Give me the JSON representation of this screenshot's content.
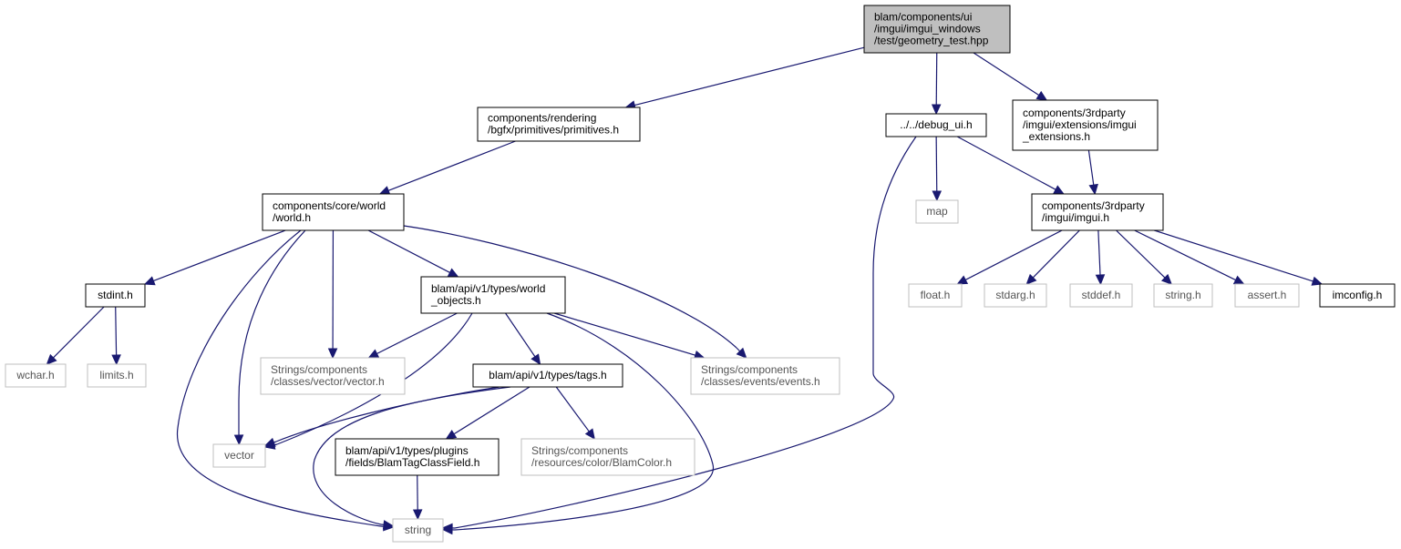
{
  "colors": {
    "edge": "#191970",
    "root_fill": "#bfbfbf",
    "documented_border": "#000000",
    "undocumented_border": "#bfbfbf",
    "undocumented_text": "#555555"
  },
  "nodes": [
    {
      "id": "root",
      "lines": [
        "blam/components/ui",
        "/imgui/imgui_windows",
        "/test/geometry_test.hpp"
      ],
      "style": "root"
    },
    {
      "id": "primitives",
      "lines": [
        "components/rendering",
        "/bgfx/primitives/primitives.h"
      ],
      "style": "doc"
    },
    {
      "id": "debug_ui",
      "lines": [
        "../../debug_ui.h"
      ],
      "style": "doc"
    },
    {
      "id": "imgui_ext",
      "lines": [
        "components/3rdparty",
        "/imgui/extensions/imgui",
        "_extensions.h"
      ],
      "style": "doc"
    },
    {
      "id": "world",
      "lines": [
        "components/core/world",
        "/world.h"
      ],
      "style": "doc"
    },
    {
      "id": "map",
      "lines": [
        "map"
      ],
      "style": "ext"
    },
    {
      "id": "imgui",
      "lines": [
        "components/3rdparty",
        "/imgui/imgui.h"
      ],
      "style": "doc"
    },
    {
      "id": "stdint",
      "lines": [
        "stdint.h"
      ],
      "style": "doc"
    },
    {
      "id": "world_objects",
      "lines": [
        "blam/api/v1/types/world",
        "_objects.h"
      ],
      "style": "doc"
    },
    {
      "id": "float",
      "lines": [
        "float.h"
      ],
      "style": "ext"
    },
    {
      "id": "stdarg",
      "lines": [
        "stdarg.h"
      ],
      "style": "ext"
    },
    {
      "id": "stddef",
      "lines": [
        "stddef.h"
      ],
      "style": "ext"
    },
    {
      "id": "stringh",
      "lines": [
        "string.h"
      ],
      "style": "ext"
    },
    {
      "id": "assert",
      "lines": [
        "assert.h"
      ],
      "style": "ext"
    },
    {
      "id": "imconfig",
      "lines": [
        "imconfig.h"
      ],
      "style": "doc"
    },
    {
      "id": "wchar",
      "lines": [
        "wchar.h"
      ],
      "style": "ext"
    },
    {
      "id": "limits",
      "lines": [
        "limits.h"
      ],
      "style": "ext"
    },
    {
      "id": "vector_h",
      "lines": [
        "Strings/components",
        "/classes/vector/vector.h"
      ],
      "style": "ext"
    },
    {
      "id": "tags",
      "lines": [
        "blam/api/v1/types/tags.h"
      ],
      "style": "doc"
    },
    {
      "id": "events",
      "lines": [
        "Strings/components",
        "/classes/events/events.h"
      ],
      "style": "ext"
    },
    {
      "id": "vector",
      "lines": [
        "vector"
      ],
      "style": "ext"
    },
    {
      "id": "blamtag",
      "lines": [
        "blam/api/v1/types/plugins",
        "/fields/BlamTagClassField.h"
      ],
      "style": "doc"
    },
    {
      "id": "blamcolor",
      "lines": [
        "Strings/components",
        "/resources/color/BlamColor.h"
      ],
      "style": "ext"
    },
    {
      "id": "string",
      "lines": [
        "string"
      ],
      "style": "ext"
    }
  ],
  "edges": [
    {
      "from": "root",
      "to": "primitives"
    },
    {
      "from": "root",
      "to": "debug_ui"
    },
    {
      "from": "root",
      "to": "imgui_ext"
    },
    {
      "from": "primitives",
      "to": "world"
    },
    {
      "from": "world",
      "to": "stdint"
    },
    {
      "from": "world",
      "to": "world_objects"
    },
    {
      "from": "world",
      "to": "vector_h"
    },
    {
      "from": "world",
      "to": "events"
    },
    {
      "from": "world",
      "to": "vector"
    },
    {
      "from": "world",
      "to": "string"
    },
    {
      "from": "stdint",
      "to": "wchar"
    },
    {
      "from": "stdint",
      "to": "limits"
    },
    {
      "from": "world_objects",
      "to": "vector_h"
    },
    {
      "from": "world_objects",
      "to": "tags"
    },
    {
      "from": "world_objects",
      "to": "events"
    },
    {
      "from": "world_objects",
      "to": "vector"
    },
    {
      "from": "world_objects",
      "to": "string"
    },
    {
      "from": "tags",
      "to": "vector"
    },
    {
      "from": "tags",
      "to": "blamtag"
    },
    {
      "from": "tags",
      "to": "blamcolor"
    },
    {
      "from": "tags",
      "to": "string"
    },
    {
      "from": "blamtag",
      "to": "string"
    },
    {
      "from": "debug_ui",
      "to": "map"
    },
    {
      "from": "debug_ui",
      "to": "imgui"
    },
    {
      "from": "debug_ui",
      "to": "string"
    },
    {
      "from": "imgui_ext",
      "to": "imgui"
    },
    {
      "from": "imgui",
      "to": "float"
    },
    {
      "from": "imgui",
      "to": "stdarg"
    },
    {
      "from": "imgui",
      "to": "stddef"
    },
    {
      "from": "imgui",
      "to": "stringh"
    },
    {
      "from": "imgui",
      "to": "assert"
    },
    {
      "from": "imgui",
      "to": "imconfig"
    }
  ]
}
